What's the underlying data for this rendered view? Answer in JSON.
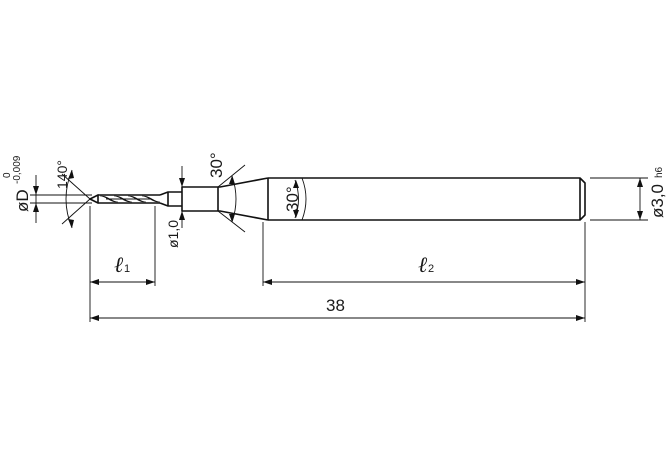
{
  "drawing": {
    "diameter": {
      "label": "øD",
      "tol_upper": "0",
      "tol_lower": "-0,009"
    },
    "point_angle": "140°",
    "neck_diameter": "ø1,0",
    "neck_angle": "30°",
    "shank_angle": "30°",
    "shank_diameter": {
      "value": "ø3,0",
      "fit": "h6"
    },
    "length_l1": {
      "letter": "ℓ",
      "index": "1"
    },
    "length_l2": {
      "letter": "ℓ",
      "index": "2"
    },
    "overall_length": "38"
  }
}
